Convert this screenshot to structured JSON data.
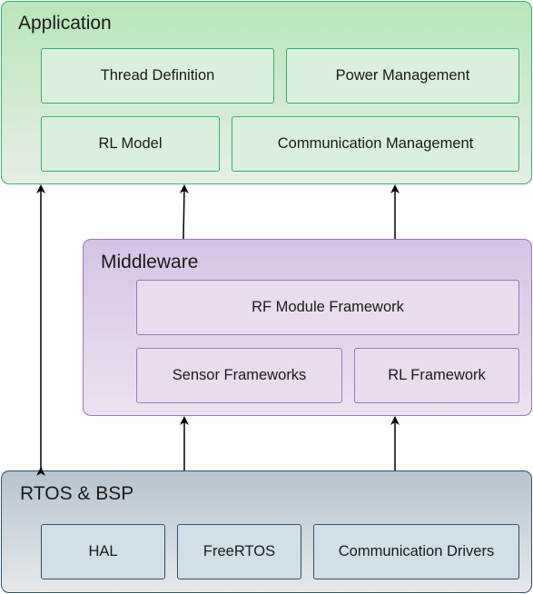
{
  "application": {
    "title": "Application",
    "components": [
      "Thread Definition",
      "Power Management",
      "RL Model",
      "Communication Management"
    ]
  },
  "middleware": {
    "title": "Middleware",
    "components": [
      "RF Module Framework",
      "Sensor Frameworks",
      "RL Framework"
    ]
  },
  "rtos_bsp": {
    "title": "RTOS & BSP",
    "components": [
      "HAL",
      "FreeRTOS",
      "Communication Drivers"
    ]
  },
  "colors": {
    "application_border": "#2fb36d",
    "application_fill": "#b9e6b9",
    "middleware_border": "#9f77b4",
    "middleware_fill": "#d6c3e6",
    "rtos_border": "#2f4f6e",
    "rtos_fill": "#b6c4cf",
    "arrow": "#000000"
  }
}
